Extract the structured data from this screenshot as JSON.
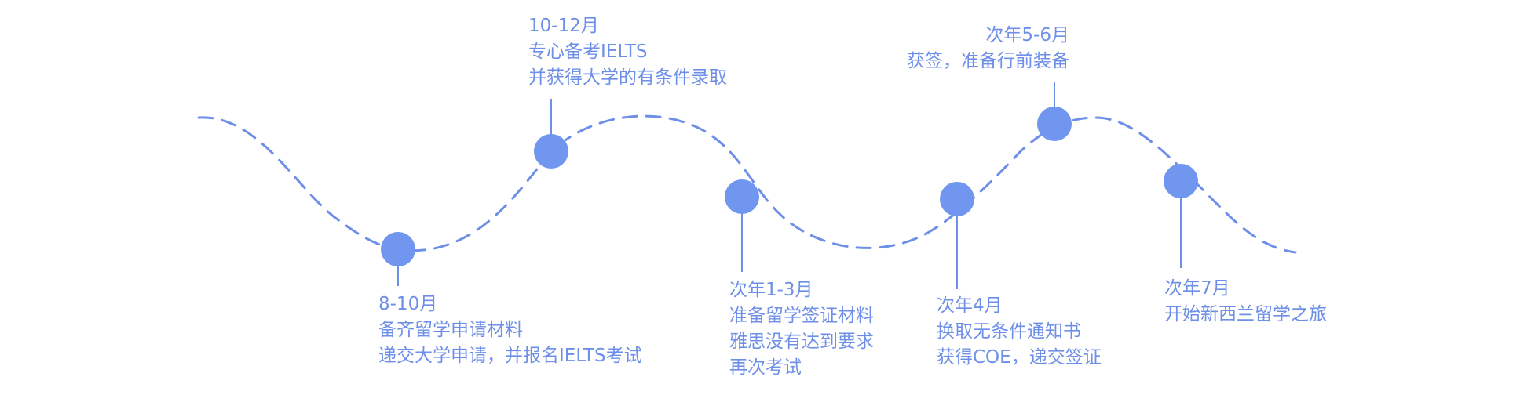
{
  "colors": {
    "accent": "#6e8fe8",
    "node": "#7096f0",
    "path": "#6e8fe8",
    "background": "#ffffff"
  },
  "milestones": [
    {
      "id": "m1",
      "period": "8-10月",
      "lines": [
        "备齐留学申请材料",
        "递交大学申请，并报名IELTS考试"
      ]
    },
    {
      "id": "m2",
      "period": "10-12月",
      "lines": [
        "专心备考IELTS",
        "并获得大学的有条件录取"
      ]
    },
    {
      "id": "m3",
      "period": "次年1-3月",
      "lines": [
        "准备留学签证材料",
        "雅思没有达到要求",
        "再次考试"
      ]
    },
    {
      "id": "m4",
      "period": "次年4月",
      "lines": [
        "换取无条件通知书",
        "获得COE，递交签证"
      ]
    },
    {
      "id": "m5",
      "period": "次年5-6月",
      "lines": [
        "获签，准备行前装备"
      ]
    },
    {
      "id": "m6",
      "period": "次年7月",
      "lines": [
        "开始新西兰留学之旅"
      ]
    }
  ]
}
